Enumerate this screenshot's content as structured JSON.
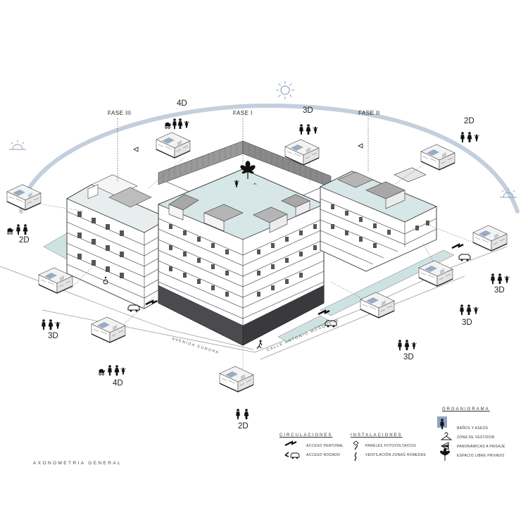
{
  "phases": {
    "fase1": "FASE I",
    "fase2": "FASE II",
    "fase3": "FASE III"
  },
  "units": {
    "u_4d_top": "4D",
    "u_3d_top": "3D",
    "u_2d_topright": "2D",
    "u_2d_left": "2D",
    "u_3d_right1": "3D",
    "u_3d_right2": "3D",
    "u_3d_left": "3D",
    "u_3d_bottom": "3D",
    "u_4d_bottom": "4D",
    "u_2d_bottom": "2D"
  },
  "streets": {
    "avenida": "AVENIDA EUROPA",
    "calle": "CALLE ANTONIO MOSQUETE"
  },
  "legend": {
    "circulaciones": {
      "heading": "CIRCULACIONES",
      "items": [
        "ACCESO PEATONAL",
        "ACCESO RODADO"
      ]
    },
    "instalaciones": {
      "heading": "INSTALACIONES",
      "items": [
        "PANELES FOTOVOLTAICOS",
        "VENTILACIÓN ZONAS HÚMEDAS"
      ]
    },
    "organigrama": {
      "heading": "ORGANIGRAMA",
      "items": [
        "BAÑOS Y ASEOS",
        "ZONA DE VESTIDOR",
        "PANORÁMICAS A PAISAJE",
        "ESPACIO LIBRE PRIVADO"
      ]
    }
  },
  "drawing_title": "AXONOMETRIA GENERAL",
  "colors": {
    "accent_blue": "#8fa3bd",
    "terrace_teal": "#cfe2e2",
    "dark_base": "#3c3c40",
    "sun_arc": "#c3cfdd"
  },
  "icons": [
    "sun-icon",
    "family-icon",
    "pedestrian-access-icon",
    "vehicle-access-icon",
    "solar-panel-icon",
    "ventilation-icon",
    "bathroom-icon",
    "hanger-icon",
    "view-icon",
    "tree-icon"
  ]
}
